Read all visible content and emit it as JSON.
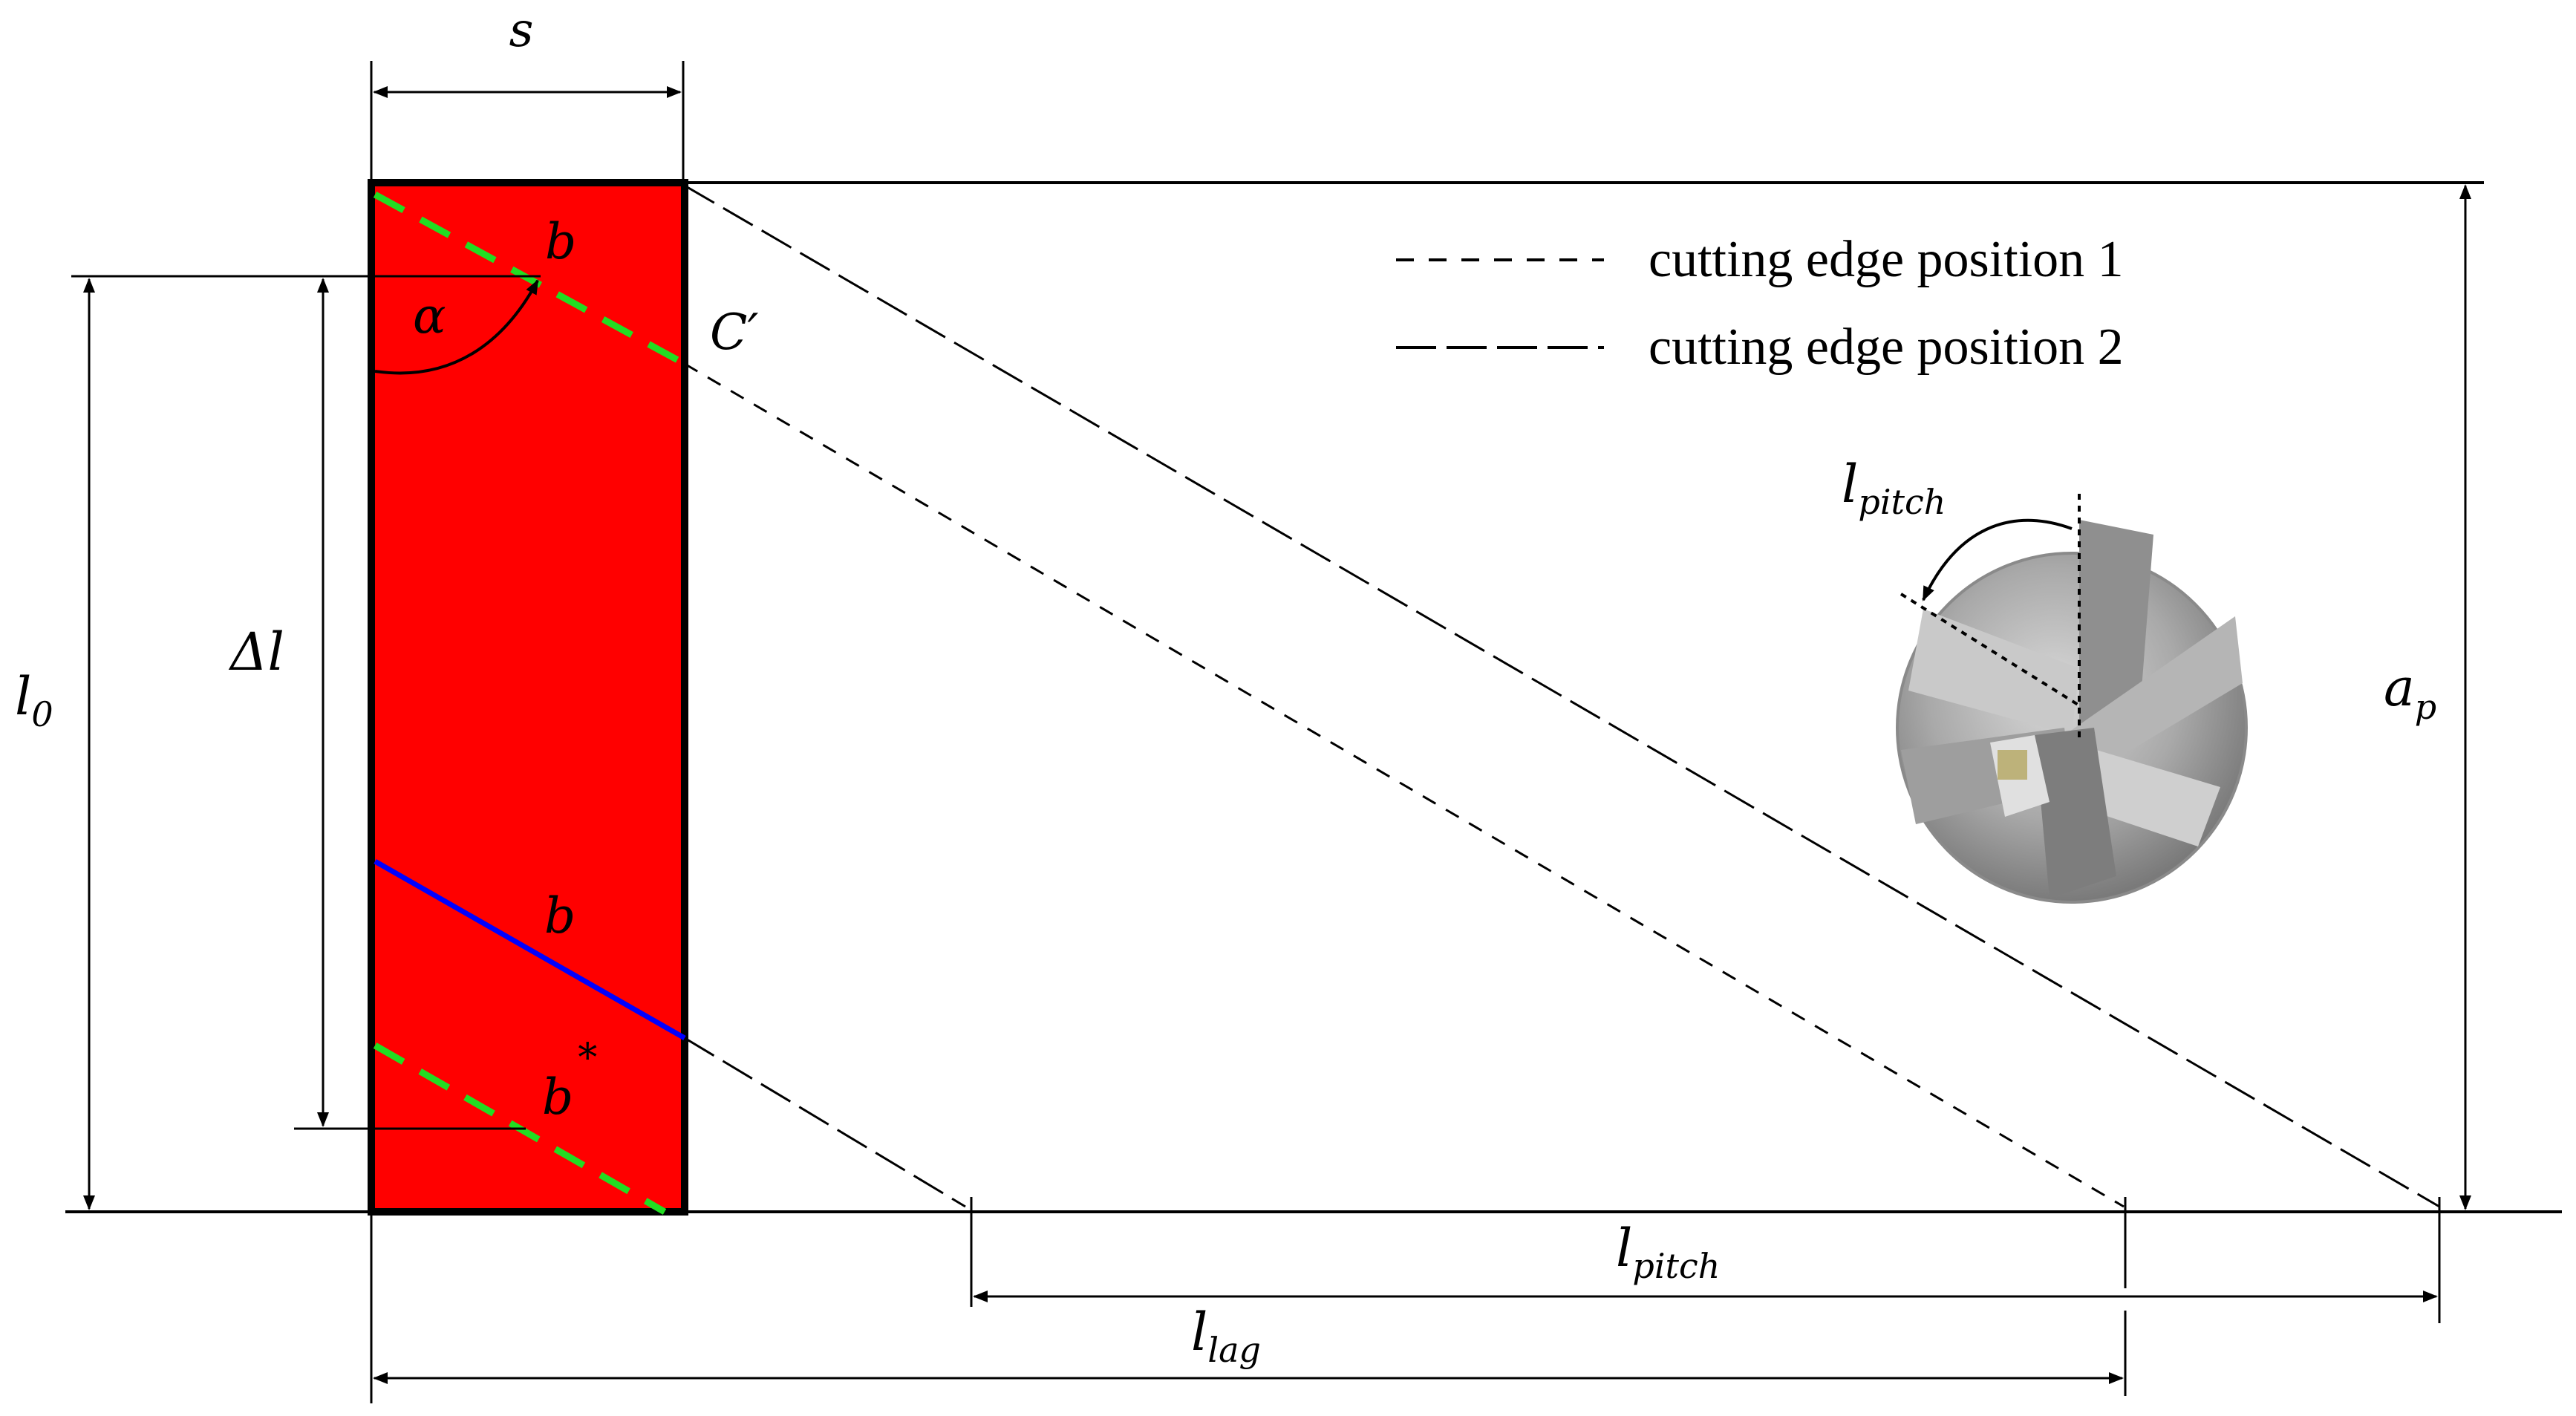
{
  "colors": {
    "block_fill": "#ff0000",
    "block_stroke": "#000000",
    "edge_blue": "#0000ff",
    "edge_green": "#22dd22",
    "line": "#000000"
  },
  "labels": {
    "s": "s",
    "b_top": "b",
    "alpha": "α",
    "c_prime": "C′",
    "delta_l": "Δl",
    "l0_main": "l",
    "l0_sub": "0",
    "b_mid": "b",
    "b_star_main": "b",
    "b_star_sup": "*",
    "ap_main": "a",
    "ap_sub": "p",
    "lpitch_main": "l",
    "lpitch_sub": "pitch",
    "llag_main": "l",
    "llag_sub": "lag",
    "tool_lpitch_main": "l",
    "tool_lpitch_sub": "pitch"
  },
  "legend": [
    {
      "style": "short-dash",
      "label": "cutting edge position 1"
    },
    {
      "style": "long-dash",
      "label": "cutting edge position 2"
    }
  ],
  "tool_image": {
    "description_icon": "end-mill-photo-icon"
  }
}
